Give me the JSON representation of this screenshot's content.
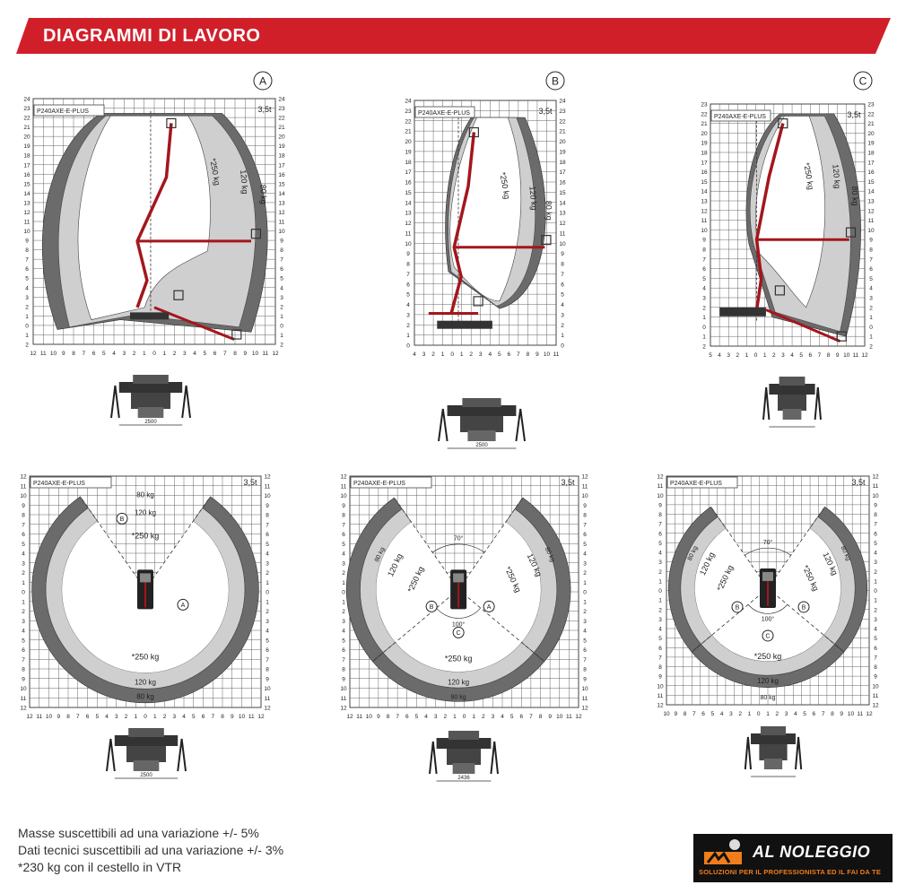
{
  "header": {
    "title": "DIAGRAMMI DI LAVORO"
  },
  "colors": {
    "brand_red": "#d11f2a",
    "load_light": "#cfcfcf",
    "load_dark": "#6b6b6b",
    "boom": "#a4161b"
  },
  "model": "P240AXE-E-PLUS",
  "weight": "3,5t",
  "loads": {
    "l250": "*250 kg",
    "l120": "120 kg",
    "l80": "80 kg"
  },
  "markers": {
    "a": "A",
    "b": "B",
    "c": "C"
  },
  "angles": {
    "a70": "70°",
    "a100": "100°"
  },
  "dims": {
    "d1": "2500",
    "d2": "2436"
  },
  "notes": [
    "Masse suscettibili ad una variazione +/- 5%",
    "Dati tecnici suscettibili ad una variazione +/- 3%",
    "*230 kg con il cestello in VTR"
  ],
  "logo": {
    "name": "AL NOLEGGIO",
    "tagline": "SOLUZIONI PER IL PROFESSIONISTA ED IL FAI DA TE",
    "icon": "excavator-logo-icon"
  },
  "diagrams": {
    "side_a": {
      "label": "A",
      "y_ticks": [
        "24",
        "23",
        "22",
        "21",
        "20",
        "19",
        "18",
        "17",
        "16",
        "15",
        "14",
        "13",
        "12",
        "11",
        "10",
        "9",
        "8",
        "7",
        "6",
        "5",
        "4",
        "3",
        "2",
        "1",
        "0",
        "1",
        "2"
      ],
      "x_ticks": [
        "12",
        "11",
        "10",
        "9",
        "8",
        "7",
        "6",
        "5",
        "4",
        "3",
        "2",
        "1",
        "0",
        "1",
        "2",
        "3",
        "4",
        "5",
        "6",
        "7",
        "8",
        "9",
        "10",
        "11",
        "12"
      ]
    },
    "side_b": {
      "label": "B",
      "y_ticks": [
        "24",
        "23",
        "22",
        "21",
        "20",
        "19",
        "18",
        "17",
        "16",
        "15",
        "14",
        "13",
        "12",
        "11",
        "10",
        "9",
        "8",
        "7",
        "6",
        "5",
        "4",
        "3",
        "2",
        "1",
        "0"
      ],
      "x_ticks": [
        "4",
        "3",
        "2",
        "1",
        "0",
        "1",
        "2",
        "3",
        "4",
        "5",
        "6",
        "7",
        "8",
        "9",
        "10",
        "11"
      ]
    },
    "side_c": {
      "label": "C",
      "y_ticks": [
        "23",
        "22",
        "21",
        "20",
        "19",
        "18",
        "17",
        "16",
        "15",
        "14",
        "13",
        "12",
        "11",
        "10",
        "9",
        "8",
        "7",
        "6",
        "5",
        "4",
        "3",
        "2",
        "1",
        "0",
        "1",
        "2"
      ],
      "x_ticks": [
        "5",
        "4",
        "3",
        "2",
        "1",
        "0",
        "1",
        "2",
        "3",
        "4",
        "5",
        "6",
        "7",
        "8",
        "9",
        "10",
        "11",
        "12"
      ]
    },
    "top_a": {
      "y_ticks": [
        "12",
        "11",
        "10",
        "9",
        "8",
        "7",
        "6",
        "5",
        "4",
        "3",
        "2",
        "1",
        "0",
        "1",
        "2",
        "3",
        "4",
        "5",
        "6",
        "7",
        "8",
        "9",
        "10",
        "11",
        "12"
      ],
      "x_ticks": [
        "12",
        "11",
        "10",
        "9",
        "8",
        "7",
        "6",
        "5",
        "4",
        "3",
        "2",
        "1",
        "0",
        "1",
        "2",
        "3",
        "4",
        "5",
        "6",
        "7",
        "8",
        "9",
        "10",
        "11",
        "12"
      ]
    },
    "top_b": {
      "y_ticks": [
        "12",
        "11",
        "10",
        "9",
        "8",
        "7",
        "6",
        "5",
        "4",
        "3",
        "2",
        "1",
        "0",
        "1",
        "2",
        "3",
        "4",
        "5",
        "6",
        "7",
        "8",
        "9",
        "10",
        "11",
        "12"
      ],
      "x_ticks": [
        "12",
        "11",
        "10",
        "9",
        "8",
        "7",
        "6",
        "5",
        "4",
        "3",
        "2",
        "1",
        "0",
        "1",
        "2",
        "3",
        "4",
        "5",
        "6",
        "7",
        "8",
        "9",
        "10",
        "11",
        "12"
      ]
    },
    "top_c": {
      "y_ticks": [
        "12",
        "11",
        "10",
        "9",
        "8",
        "7",
        "6",
        "5",
        "4",
        "3",
        "2",
        "1",
        "0",
        "1",
        "2",
        "3",
        "4",
        "5",
        "6",
        "7",
        "8",
        "9",
        "10",
        "11",
        "12"
      ],
      "x_ticks": [
        "10",
        "9",
        "8",
        "7",
        "6",
        "5",
        "4",
        "3",
        "2",
        "1",
        "0",
        "1",
        "2",
        "3",
        "4",
        "5",
        "6",
        "7",
        "8",
        "9",
        "10",
        "11",
        "12"
      ]
    }
  }
}
